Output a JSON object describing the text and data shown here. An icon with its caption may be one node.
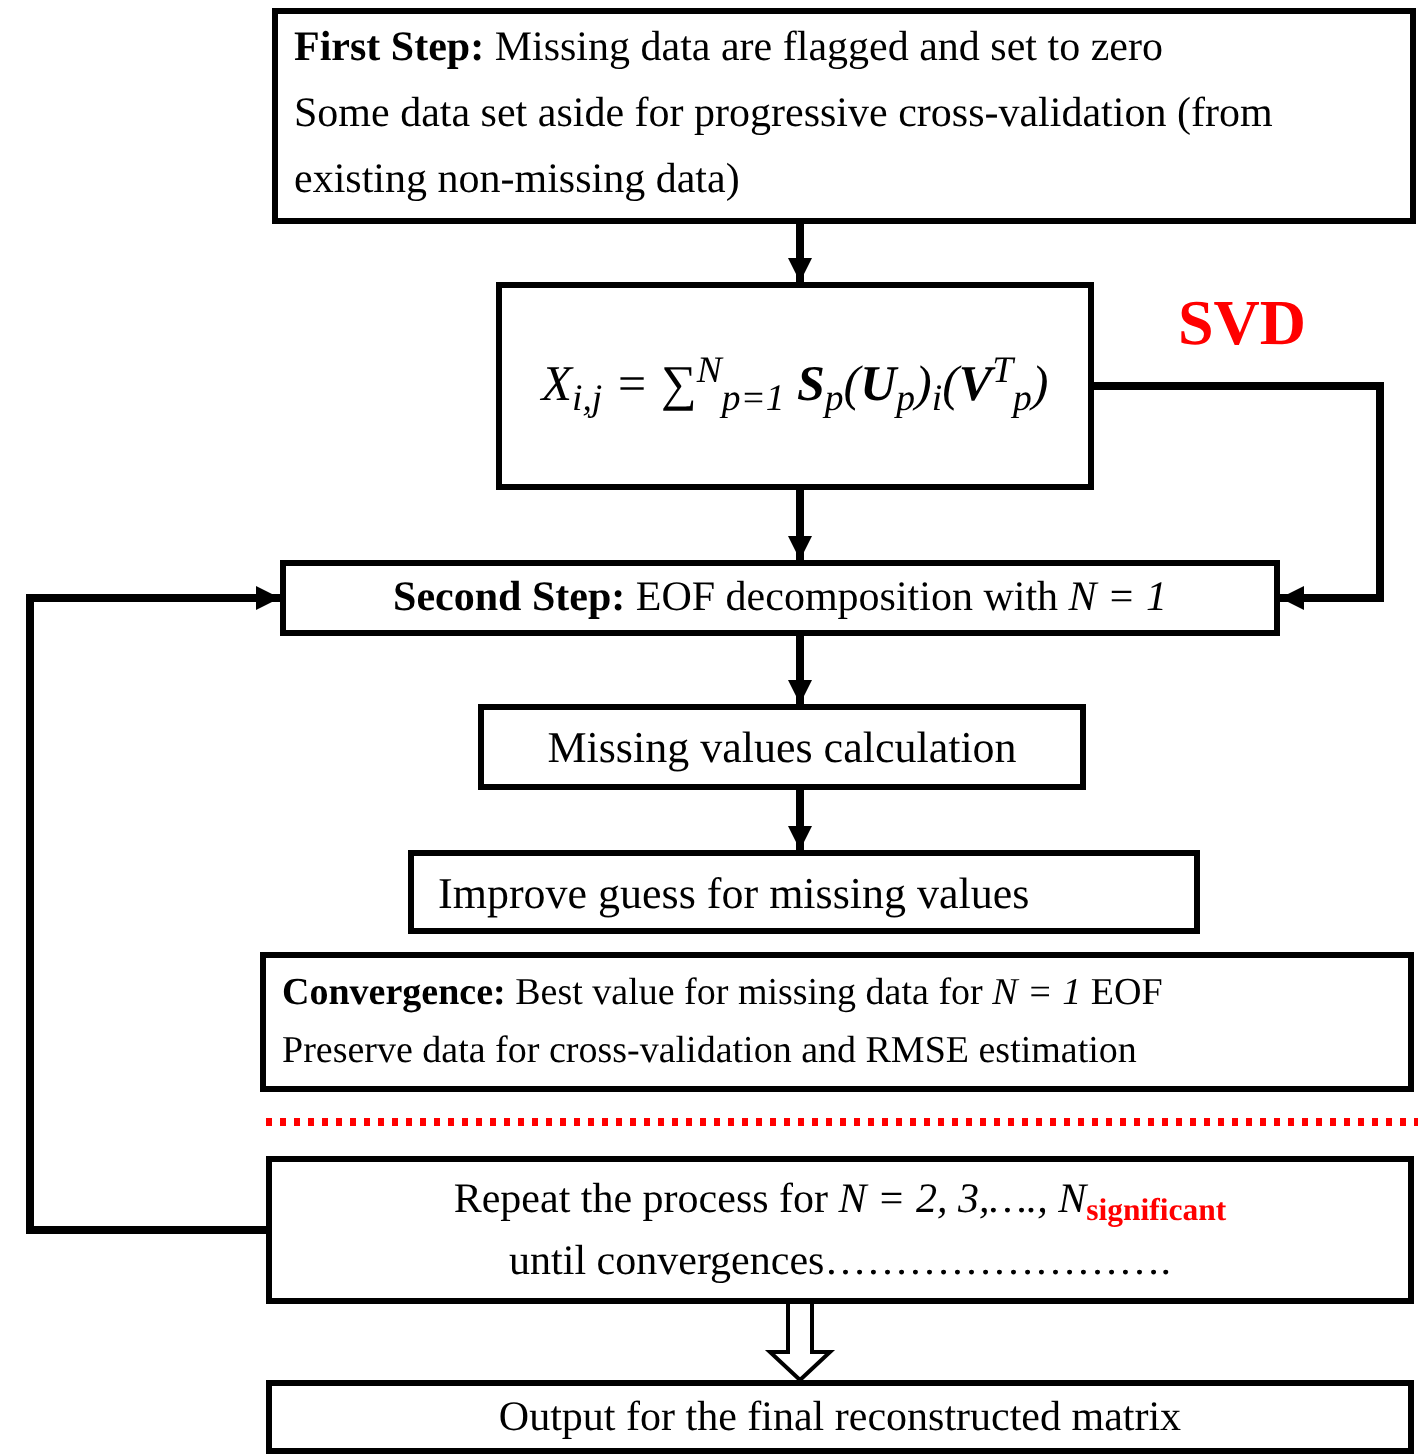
{
  "diagram": {
    "nodes": [
      {
        "text": [
          "**First Step:** Missing data are flagged and set to zero",
          "Some data set aside for progressive cross-validation (from existing non-missing data)"
        ]
      },
      {
        "text": [
          "X$_{i,j}$ = ∑$^{N}$$_{p=1}$ **S**$_{p}$(**U**$_{p}$)$_{i}$(**V**$^{T}$$_{p}$)"
        ]
      },
      {
        "text": [
          "**Second Step:** EOF decomposition with *N = 1*"
        ]
      },
      {
        "text": [
          "Missing values calculation"
        ]
      },
      {
        "text": [
          "Improve guess for missing values"
        ]
      },
      {
        "text": [
          "**Convergence:** Best value for missing data for *N = 1* EOF",
          "Preserve data for cross-validation and RMSE estimation"
        ]
      },
      {
        "text": [
          "Repeat the process for *N = 2, 3,…., N*$_{significant}$",
          "until convergences……………………."
        ]
      },
      {
        "text": [
          "Output for the final reconstructed matrix"
        ]
      }
    ],
    "edges": [
      {
        "from": 0,
        "to": 1,
        "arrow": "to"
      },
      {
        "from": 1,
        "to": 2,
        "arrow": "to"
      },
      {
        "from": 1,
        "to": 2,
        "arrow": "to",
        "label": "SVD"
      },
      {
        "from": 2,
        "to": 3,
        "arrow": "to"
      },
      {
        "from": 3,
        "to": 4,
        "arrow": "to"
      },
      {
        "from": 6,
        "to": 2,
        "arrow": "to"
      },
      {
        "from": 6,
        "to": 7,
        "arrow": "to",
        "style": "thick"
      }
    ]
  }
}
